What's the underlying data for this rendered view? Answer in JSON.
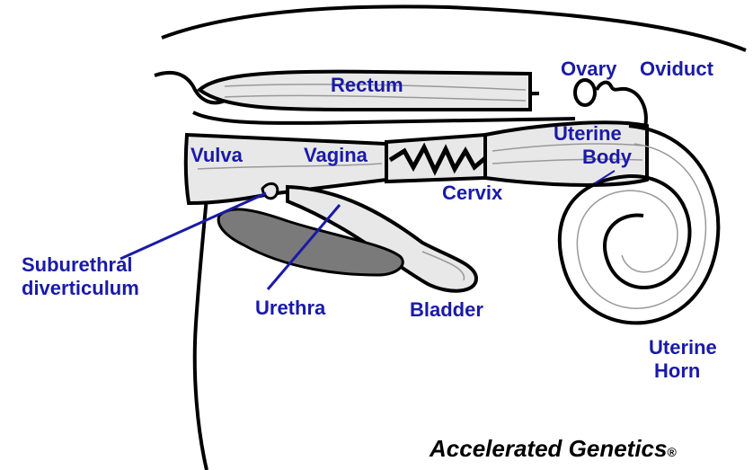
{
  "colors": {
    "label": "#1a1aa8",
    "outline": "#000000",
    "organ_fill": "#e8e8e8",
    "dark_fill": "#7a7a7a",
    "background": "#ffffff"
  },
  "labels": {
    "rectum": "Rectum",
    "ovary": "Ovary",
    "oviduct": "Oviduct",
    "vulva": "Vulva",
    "vagina": "Vagina",
    "uterine_body_line1": "Uterine",
    "uterine_body_line2": "Body",
    "cervix": "Cervix",
    "suburethral_line1": "Suburethral",
    "suburethral_line2": "diverticulum",
    "urethra": "Urethra",
    "bladder": "Bladder",
    "uterine_horn_line1": "Uterine",
    "uterine_horn_line2": "Horn"
  },
  "brand": {
    "name": "Accelerated Genetics",
    "mark": "®"
  }
}
